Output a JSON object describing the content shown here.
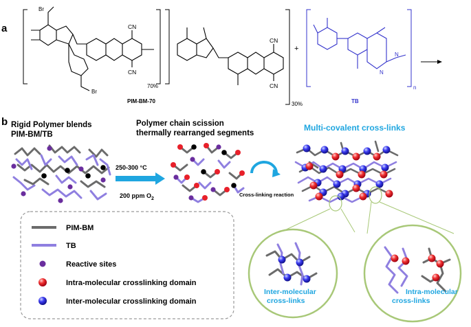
{
  "panel_a": {
    "label": "a",
    "cn": "CN",
    "br": "Br",
    "n_label": "N",
    "pct_70": "70%",
    "pct_30": "30%",
    "plus": "+",
    "sub_n": "n",
    "name_pim": "PIM-BM-70",
    "name_tb": "TB"
  },
  "panel_b": {
    "label": "b",
    "title_blend_1": "Rigid Polymer blends",
    "title_blend_2": "PIM-BM/TB",
    "title_scission_1": "Polymer chain scission",
    "title_scission_2": "thermally rearranged segments",
    "title_crosslinks": "Multi-covalent cross-links",
    "cond_temp": "250-300 °C",
    "cond_o2": "200 ppm O",
    "cond_o2_sub": "2",
    "crosslink_reaction": "Cross-linking reaction",
    "inter_label_1": "Inter-molecular",
    "inter_label_2": "cross-links",
    "intra_label_1": "Intra-molecular",
    "intra_label_2": "cross-links"
  },
  "legend": {
    "items": [
      {
        "label": "PIM-BM",
        "symbol": "gray-line"
      },
      {
        "label": "TB",
        "symbol": "purple-line"
      },
      {
        "label": "Reactive sites",
        "symbol": "purple-dot"
      },
      {
        "label": "Intra-molecular crosslinking domain",
        "symbol": "red-sphere"
      },
      {
        "label": "Inter-molecular crosslinking domain",
        "symbol": "blue-sphere"
      }
    ]
  },
  "colors": {
    "pim": "#6b6b6b",
    "tb": "#8f7fe0",
    "reactive": "#6a2e9e",
    "red": "#e8202a",
    "blue": "#2c2ce0",
    "cyan": "#1fa6e0",
    "tb_struct": "#3333cc",
    "circle": "#a8c878"
  }
}
